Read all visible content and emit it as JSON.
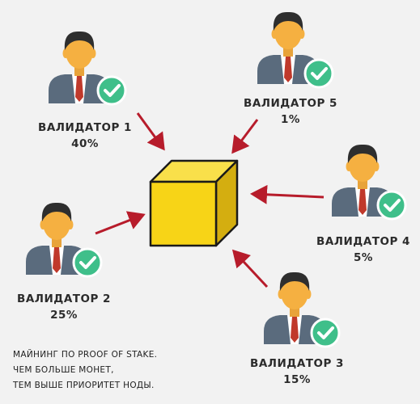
{
  "validators": [
    {
      "name": "ВАЛИДАТОР 1",
      "share": "40%"
    },
    {
      "name": "ВАЛИДАТОР 2",
      "share": "25%"
    },
    {
      "name": "ВАЛИДАТОР 3",
      "share": "15%"
    },
    {
      "name": "ВАЛИДАТОР 4",
      "share": "5%"
    },
    {
      "name": "ВАЛИДАТОР 5",
      "share": "1%"
    }
  ],
  "caption": [
    "МАЙНИНГ ПО PROOF OF STAKE.",
    "ЧЕМ БОЛЬШЕ МОНЕТ,",
    "ТЕМ ВЫШЕ ПРИОРИТЕТ НОДЫ."
  ],
  "icons": {
    "validator": "person-icon",
    "badge": "checkmark-icon",
    "center": "block-cube-icon"
  },
  "colors": {
    "skin": "#f5b041",
    "hair": "#2e2e2e",
    "suit": "#5a6b7d",
    "tie": "#c0392b",
    "badge": "#3fbf8a",
    "arrow": "#b71c2b",
    "cube_front": "#f7d417",
    "cube_top": "#f9e04a",
    "cube_side": "#d4ae10"
  }
}
